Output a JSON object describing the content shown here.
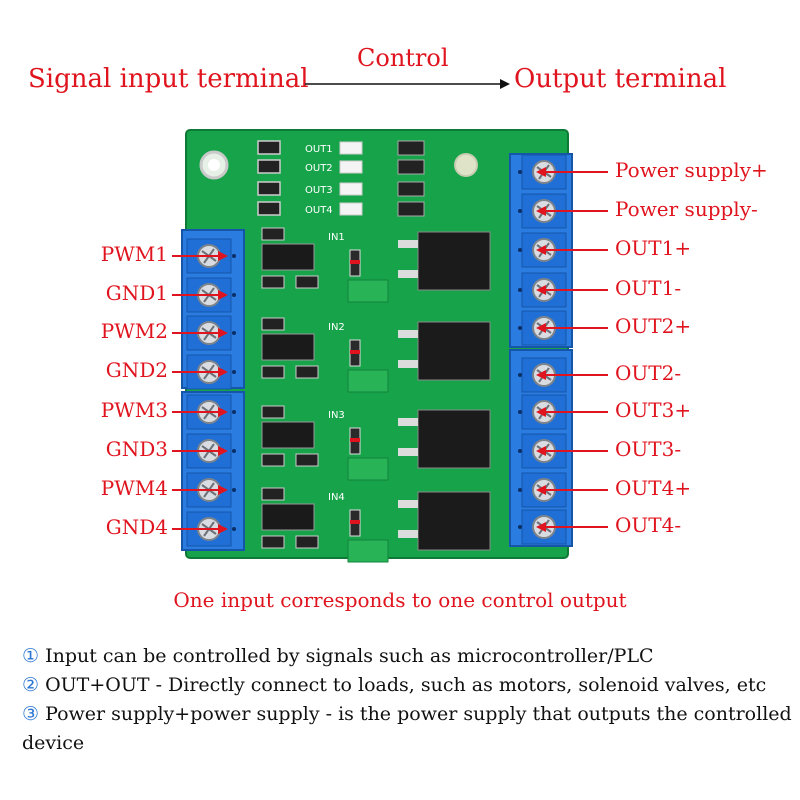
{
  "header": {
    "input_label": "Signal input terminal",
    "control_label": "Control",
    "output_label": "Output terminal"
  },
  "board": {
    "silkscreen_out": [
      "OUT1",
      "OUT2",
      "OUT3",
      "OUT4"
    ],
    "silkscreen_in": [
      "IN1",
      "IN2",
      "IN3",
      "IN4"
    ]
  },
  "left_pins": [
    "PWM1",
    "GND1",
    "PWM2",
    "GND2",
    "PWM3",
    "GND3",
    "PWM4",
    "GND4"
  ],
  "right_pins": [
    "Power supply+",
    "Power supply-",
    "OUT1+",
    "OUT1-",
    "OUT2+",
    "OUT2-",
    "OUT3+",
    "OUT3-",
    "OUT4+",
    "OUT4-"
  ],
  "caption": "One input corresponds to one control output",
  "notes": [
    {
      "marker": "①",
      "text": " Input can be controlled by signals such as microcontroller/PLC"
    },
    {
      "marker": "②",
      "text": " OUT+OUT - Directly connect to loads, such as motors, solenoid valves, etc"
    },
    {
      "marker": "③",
      "text": " Power supply+power supply - is the power supply that outputs the controlled device"
    }
  ],
  "colors": {
    "label_red": "#e0141e",
    "pcb_green": "#17a34a",
    "terminal_blue": "#1f6fd6",
    "marker_blue": "#2c77d4"
  }
}
